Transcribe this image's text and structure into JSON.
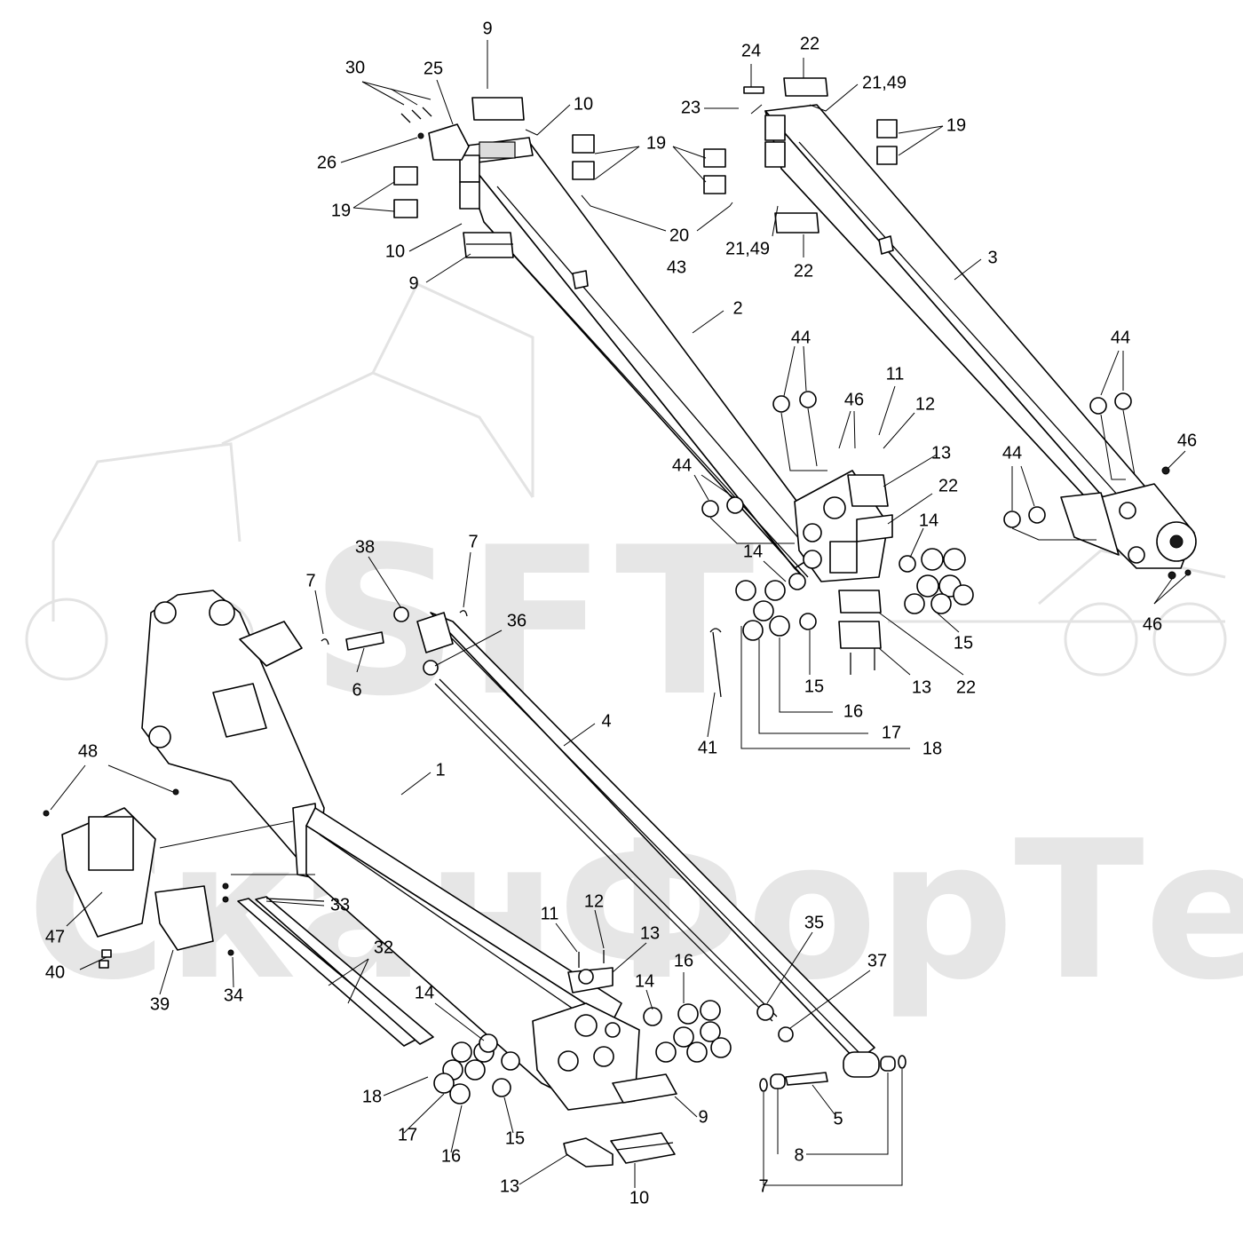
{
  "watermark": {
    "logo_text": "SFT",
    "company_text": "СканФорТек"
  },
  "callouts": [
    {
      "id": "c-9-top",
      "text": "9"
    },
    {
      "id": "c-30",
      "text": "30"
    },
    {
      "id": "c-25",
      "text": "25"
    },
    {
      "id": "c-10-top",
      "text": "10"
    },
    {
      "id": "c-26",
      "text": "26"
    },
    {
      "id": "c-19-left",
      "text": "19"
    },
    {
      "id": "c-10-left",
      "text": "10"
    },
    {
      "id": "c-9-left",
      "text": "9"
    },
    {
      "id": "c-19-mid",
      "text": "19"
    },
    {
      "id": "c-20",
      "text": "20"
    },
    {
      "id": "c-43",
      "text": "43"
    },
    {
      "id": "c-24",
      "text": "24"
    },
    {
      "id": "c-23",
      "text": "23"
    },
    {
      "id": "c-22-top",
      "text": "22"
    },
    {
      "id": "c-21-49-top",
      "text": "21,49"
    },
    {
      "id": "c-19-right",
      "text": "19"
    },
    {
      "id": "c-21-49-mid",
      "text": "21,49"
    },
    {
      "id": "c-22-mid",
      "text": "22"
    },
    {
      "id": "c-3",
      "text": "3"
    },
    {
      "id": "c-2",
      "text": "2"
    },
    {
      "id": "c-44-a",
      "text": "44"
    },
    {
      "id": "c-11-top",
      "text": "11"
    },
    {
      "id": "c-46-a",
      "text": "46"
    },
    {
      "id": "c-12-top",
      "text": "12"
    },
    {
      "id": "c-13-a",
      "text": "13"
    },
    {
      "id": "c-22-b",
      "text": "22"
    },
    {
      "id": "c-44-b",
      "text": "44"
    },
    {
      "id": "c-44-c",
      "text": "44"
    },
    {
      "id": "c-46-b",
      "text": "46"
    },
    {
      "id": "c-44-d",
      "text": "44"
    },
    {
      "id": "c-14-a",
      "text": "14"
    },
    {
      "id": "c-14-b",
      "text": "14"
    },
    {
      "id": "c-15-a",
      "text": "15"
    },
    {
      "id": "c-46-c",
      "text": "46"
    },
    {
      "id": "c-38",
      "text": "38"
    },
    {
      "id": "c-7-a",
      "text": "7"
    },
    {
      "id": "c-7-b",
      "text": "7"
    },
    {
      "id": "c-36",
      "text": "36"
    },
    {
      "id": "c-6",
      "text": "6"
    },
    {
      "id": "c-15-b",
      "text": "15"
    },
    {
      "id": "c-13-b",
      "text": "13"
    },
    {
      "id": "c-22-c",
      "text": "22"
    },
    {
      "id": "c-16-a",
      "text": "16"
    },
    {
      "id": "c-17-a",
      "text": "17"
    },
    {
      "id": "c-18-a",
      "text": "18"
    },
    {
      "id": "c-41",
      "text": "41"
    },
    {
      "id": "c-4",
      "text": "4"
    },
    {
      "id": "c-1",
      "text": "1"
    },
    {
      "id": "c-48",
      "text": "48"
    },
    {
      "id": "c-47",
      "text": "47"
    },
    {
      "id": "c-33",
      "text": "33"
    },
    {
      "id": "c-32",
      "text": "32"
    },
    {
      "id": "c-40",
      "text": "40"
    },
    {
      "id": "c-39",
      "text": "39"
    },
    {
      "id": "c-34",
      "text": "34"
    },
    {
      "id": "c-11-b",
      "text": "11"
    },
    {
      "id": "c-12-b",
      "text": "12"
    },
    {
      "id": "c-13-c",
      "text": "13"
    },
    {
      "id": "c-35",
      "text": "35"
    },
    {
      "id": "c-37",
      "text": "37"
    },
    {
      "id": "c-14-c",
      "text": "14"
    },
    {
      "id": "c-16-b",
      "text": "16"
    },
    {
      "id": "c-14-d",
      "text": "14"
    },
    {
      "id": "c-18-b",
      "text": "18"
    },
    {
      "id": "c-17-b",
      "text": "17"
    },
    {
      "id": "c-16-c",
      "text": "16"
    },
    {
      "id": "c-15-c",
      "text": "15"
    },
    {
      "id": "c-9-b",
      "text": "9"
    },
    {
      "id": "c-5",
      "text": "5"
    },
    {
      "id": "c-8",
      "text": "8"
    },
    {
      "id": "c-7-c",
      "text": "7"
    },
    {
      "id": "c-13-d",
      "text": "13"
    },
    {
      "id": "c-10-b",
      "text": "10"
    }
  ]
}
